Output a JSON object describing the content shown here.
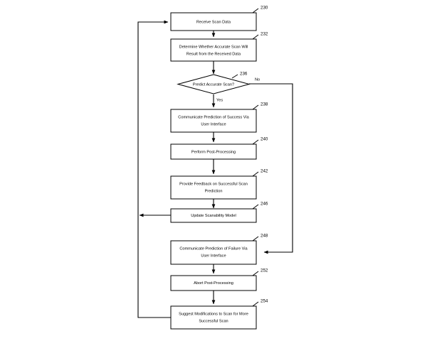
{
  "diagram": {
    "type": "flowchart",
    "title": "",
    "background_color": "#ffffff",
    "line_color": "#000000",
    "nodes": [
      {
        "id": "n230",
        "ref": "230",
        "shape": "process",
        "lines": [
          "Receive Scan Data"
        ]
      },
      {
        "id": "n232",
        "ref": "232",
        "shape": "process",
        "lines": [
          "Determine Whether Accurate Scan Will",
          "Result from the Received Data"
        ]
      },
      {
        "id": "n236",
        "ref": "236",
        "shape": "decision",
        "lines": [
          "Predict Accurate Scan?"
        ]
      },
      {
        "id": "n238",
        "ref": "238",
        "shape": "process",
        "lines": [
          "Communicate Prediction of Success Via",
          "User Interface"
        ]
      },
      {
        "id": "n240",
        "ref": "240",
        "shape": "process",
        "lines": [
          "Perform Post-Processing"
        ]
      },
      {
        "id": "n242",
        "ref": "242",
        "shape": "process",
        "lines": [
          "Provide Feedback on Successful Scan",
          "Prediction"
        ]
      },
      {
        "id": "n246",
        "ref": "246",
        "shape": "process",
        "lines": [
          "Update Scanability Model"
        ]
      },
      {
        "id": "n248",
        "ref": "248",
        "shape": "process",
        "lines": [
          "Communicate Prediction of Failure Via",
          "User Interface"
        ]
      },
      {
        "id": "n252",
        "ref": "252",
        "shape": "process",
        "lines": [
          "Abort Post-Processing"
        ]
      },
      {
        "id": "n254",
        "ref": "254",
        "shape": "process",
        "lines": [
          "Suggest Modifications to Scan for More",
          "Successful Scan"
        ]
      }
    ],
    "branch_labels": {
      "yes": "Yes",
      "no": "No"
    },
    "edges": [
      {
        "from": "n230",
        "to": "n232",
        "label": ""
      },
      {
        "from": "n232",
        "to": "n236",
        "label": ""
      },
      {
        "from": "n236",
        "to": "n238",
        "label": "Yes"
      },
      {
        "from": "n236",
        "to": "n248",
        "label": "No"
      },
      {
        "from": "n238",
        "to": "n240",
        "label": ""
      },
      {
        "from": "n240",
        "to": "n242",
        "label": ""
      },
      {
        "from": "n242",
        "to": "n246",
        "label": ""
      },
      {
        "from": "n246",
        "to": "n230",
        "label": ""
      },
      {
        "from": "n248",
        "to": "n252",
        "label": ""
      },
      {
        "from": "n252",
        "to": "n254",
        "label": ""
      },
      {
        "from": "n254",
        "to": "n230",
        "label": ""
      }
    ]
  }
}
